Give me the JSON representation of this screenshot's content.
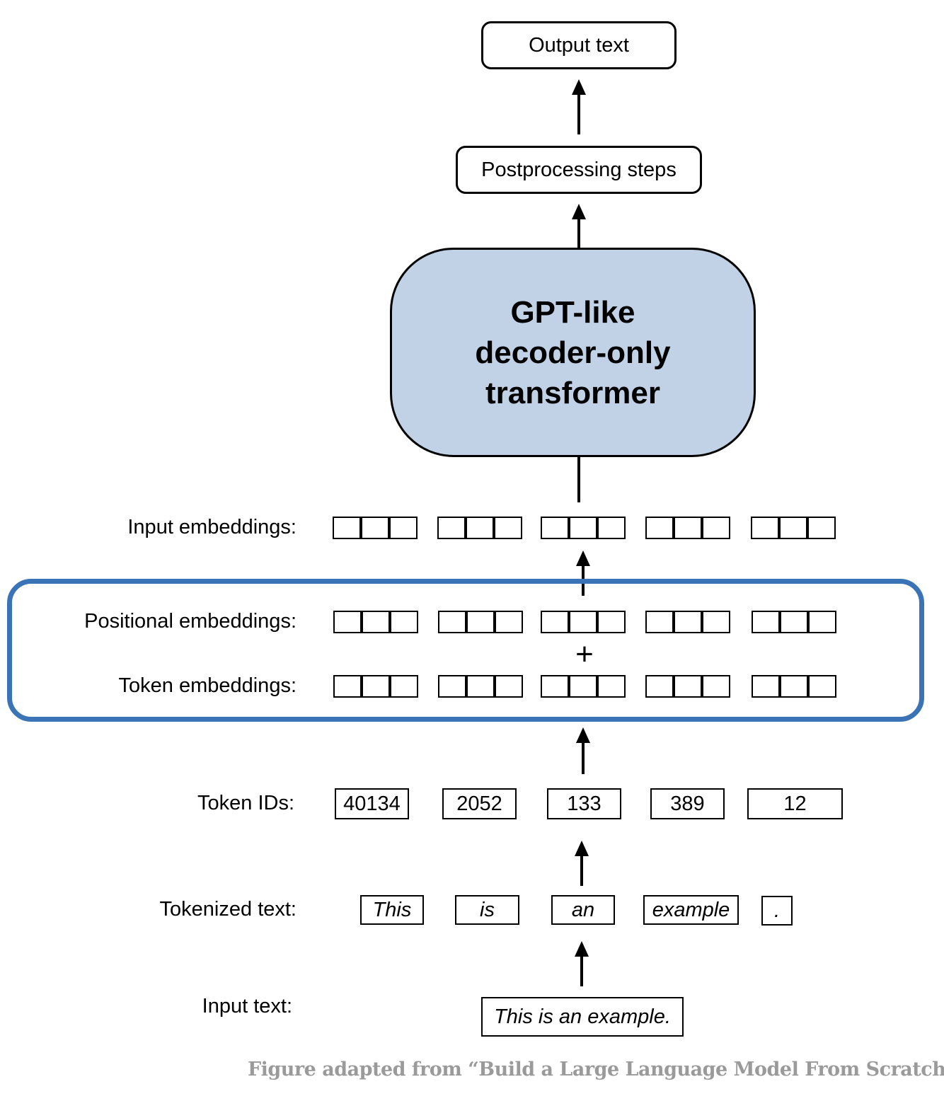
{
  "output_text": "Output text",
  "postprocessing": "Postprocessing steps",
  "model": {
    "line1": "GPT-like",
    "line2": "decoder-only",
    "line3": "transformer",
    "fill_color": "#c1d2e7"
  },
  "labels": {
    "input_embeddings": "Input embeddings:",
    "positional_embeddings": "Positional embeddings:",
    "token_embeddings": "Token embeddings:",
    "token_ids": "Token IDs:",
    "tokenized_text": "Tokenized text:",
    "input_text": "Input text:"
  },
  "plus_sign": "+",
  "token_ids": [
    "40134",
    "2052",
    "133",
    "389",
    "12"
  ],
  "tokens": [
    "This",
    "is",
    "an",
    "example",
    "."
  ],
  "input_text": "This is an example.",
  "embedding_group_color": "#3a73b6",
  "caption": "Figure adapted from “Build a Large Language Model From Scratch”"
}
